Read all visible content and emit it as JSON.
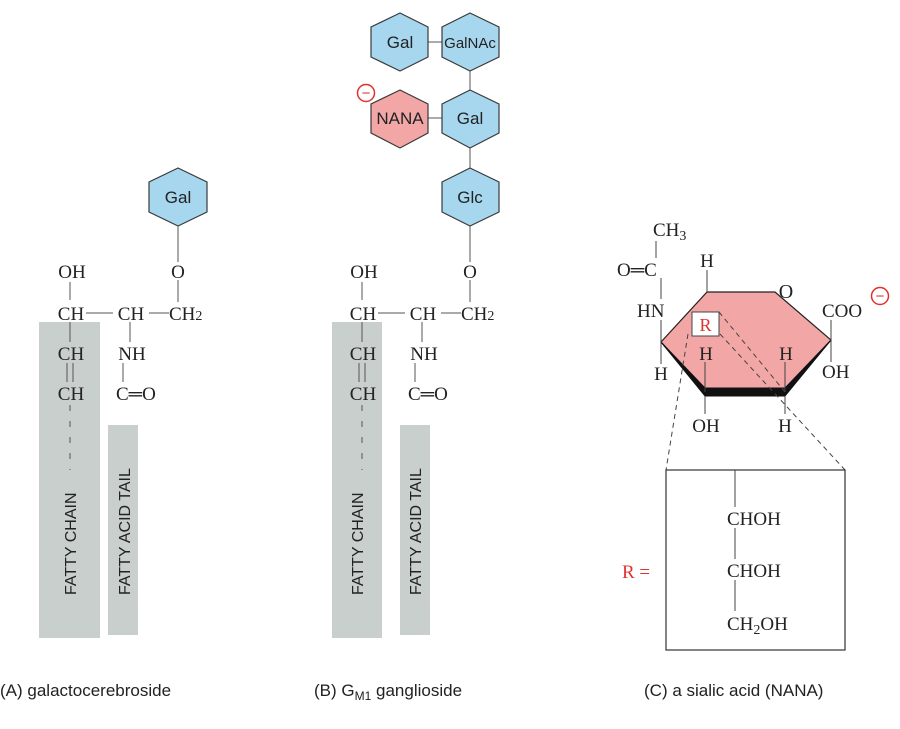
{
  "colors": {
    "blue_sugar": "#a7d7ef",
    "pink_sugar": "#f2a6a6",
    "ring_fill": "#f2a6a6",
    "tail_gray": "#c9cfcc",
    "outline": "#3a3a3a",
    "red_text": "#e0322f"
  },
  "panel_a": {
    "caption": "(A) galactocerebroside",
    "sugar": "Gal",
    "o": "O",
    "oh": "OH",
    "ch": "CH",
    "ch2": "CH",
    "ch2_sub": "2",
    "nh": "NH",
    "ch_a": "CH",
    "ch_b": "CH",
    "c_eq_o": "C═O",
    "fatty_chain": "FATTY CHAIN",
    "fatty_acid_tail": "FATTY ACID TAIL"
  },
  "panel_b": {
    "caption_pre": "(B) G",
    "caption_sub": "M1",
    "caption_post": " ganglioside",
    "gal_top": "Gal",
    "galnac": "GalNAc",
    "nana": "NANA",
    "gal_mid": "Gal",
    "glc": "Glc",
    "minus": "−",
    "o": "O",
    "oh": "OH",
    "ch": "CH",
    "ch2": "CH",
    "ch2_sub": "2",
    "nh": "NH",
    "ch_a": "CH",
    "ch_b": "CH",
    "c_eq_o": "C═O",
    "fatty_chain": "FATTY CHAIN",
    "fatty_acid_tail": "FATTY ACID TAIL"
  },
  "panel_c": {
    "caption": "(C) a sialic acid (NANA)",
    "ch3": "CH",
    "ch3_sub": "3",
    "o_eq_c": "O═C",
    "hn": "HN",
    "h_top": "H",
    "ring_o": "O",
    "coo": "COO",
    "minus": "−",
    "r_label": "R",
    "h_left": "H",
    "h_mid1": "H",
    "h_mid2": "H",
    "oh_right": "OH",
    "oh_bottom": "OH",
    "h_bottom": "H",
    "r_eq": "R =",
    "choh1": "CHOH",
    "choh2": "CHOH",
    "ch2oh_pre": "CH",
    "ch2oh_sub": "2",
    "ch2oh_post": "OH"
  }
}
